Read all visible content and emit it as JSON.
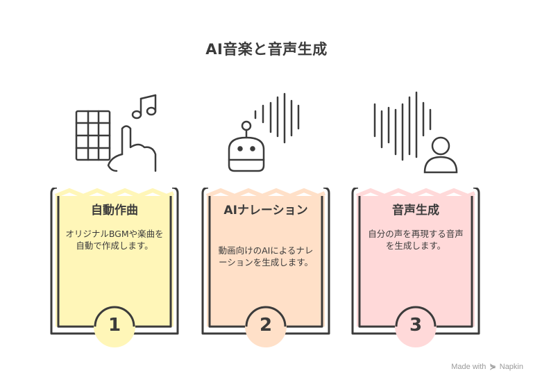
{
  "title": "AI音楽と音声生成",
  "cards": [
    {
      "title": "自動作曲",
      "description": "オリジナルBGMや楽曲を自動で作成します。",
      "number": "1",
      "fill": "#fff6b8",
      "icon": "hand-music-grid-icon"
    },
    {
      "title": "AIナレーション",
      "description": "動画向けのAIによるナレーションを生成します。",
      "number": "2",
      "fill": "#ffe0c8",
      "icon": "robot-soundwave-icon"
    },
    {
      "title": "音声生成",
      "description": "自分の声を再現する音声を生成します。",
      "number": "3",
      "fill": "#ffd9d9",
      "icon": "person-soundwave-icon"
    }
  ],
  "footer": {
    "made_with": "Made with",
    "brand": "Napkin"
  }
}
